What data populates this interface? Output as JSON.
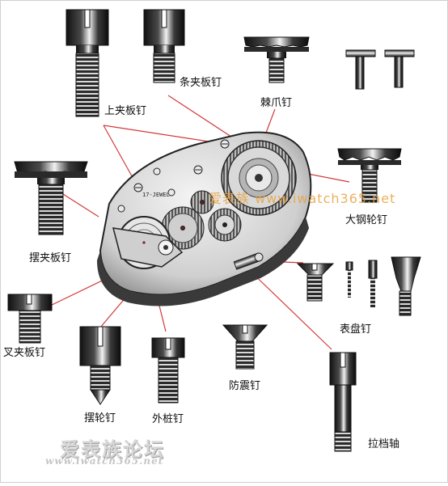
{
  "labels": {
    "top_plate_screw": "上夹板钉",
    "bar_plate_screw": "条夹板钉",
    "ratchet_screw": "棘爪钉",
    "crown_wheel_screw": "大钢轮钉",
    "balance_cock_screw": "摆夹板钉",
    "pallet_bridge_screw": "叉夹板钉",
    "balance_wheel_screw": "摆轮钉",
    "stud_screw": "外桩钉",
    "shock_screw": "防震钉",
    "dial_screw": "表盘钉",
    "setting_stem": "拉档轴"
  },
  "movement_marking": "17-JEWEL",
  "watermark": "爱表族 www.iwatch365.net",
  "logo": {
    "name": "爱表族论坛",
    "url": "www.iwatch365.net"
  },
  "colors": {
    "leader_line": "#d23a3a",
    "metal_dark": "#1e1e1e",
    "metal_light": "#f0f0f0",
    "watermark": "#e8a340"
  }
}
